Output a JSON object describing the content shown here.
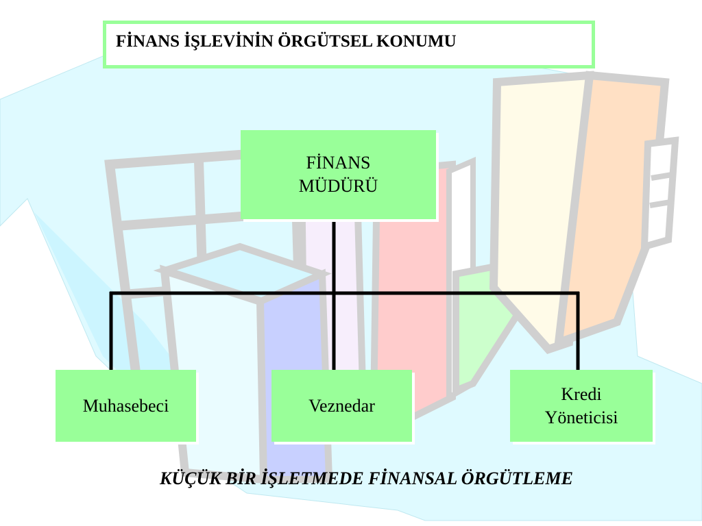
{
  "title": "FİNANS İŞLEVİNİN ÖRGÜTSEL KONUMU",
  "root": {
    "line1": "FİNANS",
    "line2": "MÜDÜRÜ"
  },
  "children": [
    {
      "line1": "Muhasebeci",
      "line2": ""
    },
    {
      "line1": "Veznedar",
      "line2": ""
    },
    {
      "line1": "Kredi",
      "line2": "Yöneticisi"
    }
  ],
  "caption": "KÜÇÜK BİR İŞLETMEDE FİNANSAL ÖRGÜTLEME",
  "colors": {
    "node_fill": "#99ff99",
    "title_border": "#99ff99",
    "connector": "#000000"
  }
}
